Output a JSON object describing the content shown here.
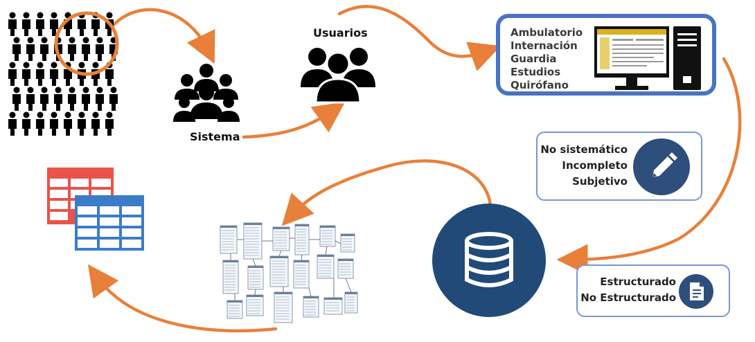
{
  "labels": {
    "sistema": "Sistema",
    "usuarios": "Usuarios"
  },
  "areas": [
    "Ambulatorio",
    "Internación",
    "Guardia",
    "Estudios",
    "Quirófano"
  ],
  "data_quality": [
    "No sistemático",
    "Incompleto",
    "Subjetivo"
  ],
  "data_types": [
    "Estructurado",
    "No Estructurado"
  ],
  "colors": {
    "arrow": "#e8803a",
    "box_border": "#4a72c4",
    "database": "#214a78",
    "icon_circle": "#2e4f7c",
    "table_red": "#e8534a",
    "table_blue": "#3b7cc9"
  },
  "icons": {
    "population": "crowd-icon",
    "system": "group-icon",
    "users": "users-icon",
    "computer": "desktop-computer-icon",
    "edit": "pencil-icon",
    "document": "document-icon",
    "database": "database-icon",
    "schema": "er-diagram-icon",
    "tables": "spreadsheet-tables-icon"
  }
}
